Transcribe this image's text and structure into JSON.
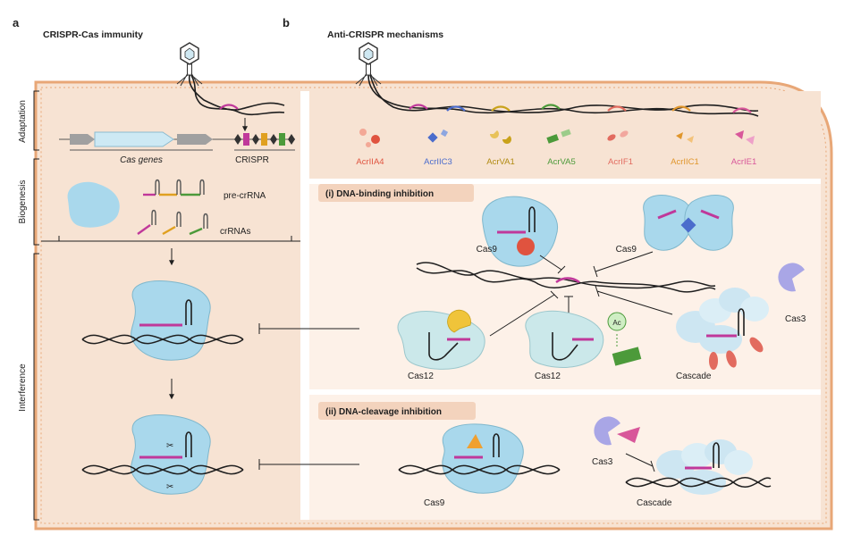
{
  "panel_a": {
    "letter": "a",
    "title": "CRISPR-Cas immunity",
    "stages": {
      "adaptation": "Adaptation",
      "biogenesis": "Biogenesis",
      "interference": "Interference"
    },
    "cas_genes_label": "Cas genes",
    "crispr_label": "CRISPR",
    "pre_crrna_label": "pre-crRNA",
    "crrnas_label": "crRNAs"
  },
  "panel_b": {
    "letter": "b",
    "title": "Anti-CRISPR mechanisms",
    "acr_proteins": [
      {
        "label": "AcrIIA4",
        "color": "#e0533f"
      },
      {
        "label": "AcrIIC3",
        "color": "#4b6ccc"
      },
      {
        "label": "AcrVA1",
        "color": "#c9a21a"
      },
      {
        "label": "AcrVA5",
        "color": "#4c9a3a"
      },
      {
        "label": "AcrIF1",
        "color": "#e26b5f"
      },
      {
        "label": "AcrIIC1",
        "color": "#e0962c"
      },
      {
        "label": "AcrIE1",
        "color": "#d8579a"
      }
    ],
    "section_i": {
      "title": "(i) DNA-binding inhibition",
      "labels": {
        "cas9_left": "Cas9",
        "cas9_right": "Cas9",
        "cas3": "Cas3",
        "cas12_left": "Cas12",
        "cas12_mid": "Cas12",
        "cascade": "Cascade",
        "ac": "Ac"
      }
    },
    "section_ii": {
      "title": "(ii) DNA-cleavage inhibition",
      "labels": {
        "cas9": "Cas9",
        "cas3": "Cas3",
        "cascade": "Cascade"
      }
    }
  },
  "colors": {
    "cell_fill": "#f7e3d3",
    "cell_border": "#e8a777",
    "protein": "#a9d8ec",
    "crrna": "#c0389a"
  }
}
